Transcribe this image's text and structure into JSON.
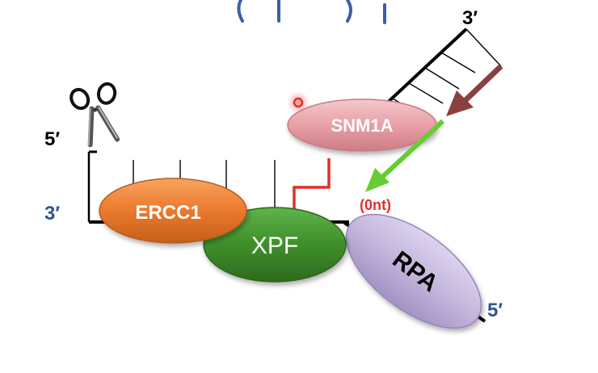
{
  "labels": {
    "top_3prime": "3′",
    "left_5prime": "5′",
    "left_3prime": "3′",
    "bottom_5prime": "5′",
    "gap": "(0nt)"
  },
  "proteins": {
    "ercc1": "ERCC1",
    "xpf": "XPF",
    "snm1a": "SNM1A",
    "rpa": "RPA"
  },
  "colors": {
    "dna_strand": "#000000",
    "label_blue": "#2f5597",
    "gap_red": "#e0302a",
    "ercc1": "#ed7d31",
    "xpf": "#3f8f2a",
    "snm1a": "#e8a0a6",
    "rpa": "#c3b6dc",
    "arrow_green": "#66cc33",
    "arrow_brown": "#8b4040"
  },
  "icons": [
    "scissors-icon",
    "active-site-dot-icon",
    "green-arrow-icon",
    "brown-arrow-icon"
  ]
}
